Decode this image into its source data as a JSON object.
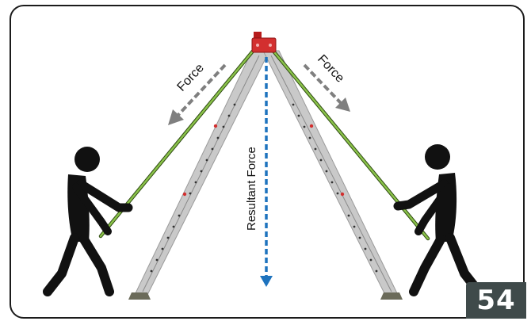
{
  "labels": {
    "force_left": "Force",
    "force_right": "Force",
    "resultant": "Resultant Force"
  },
  "badge": {
    "page_number": "54"
  },
  "colors": {
    "rope": "#7cb342",
    "leg": "#c8c8c8",
    "head_block": "#d32f2f",
    "force_arrow": "#7f7f7f",
    "resultant_arrow": "#1e73be",
    "figure": "#111111",
    "badge_bg": "#3f4a4a"
  },
  "icons": [
    "person-figure-icon",
    "tripod-head-icon",
    "tripod-foot-icon"
  ]
}
